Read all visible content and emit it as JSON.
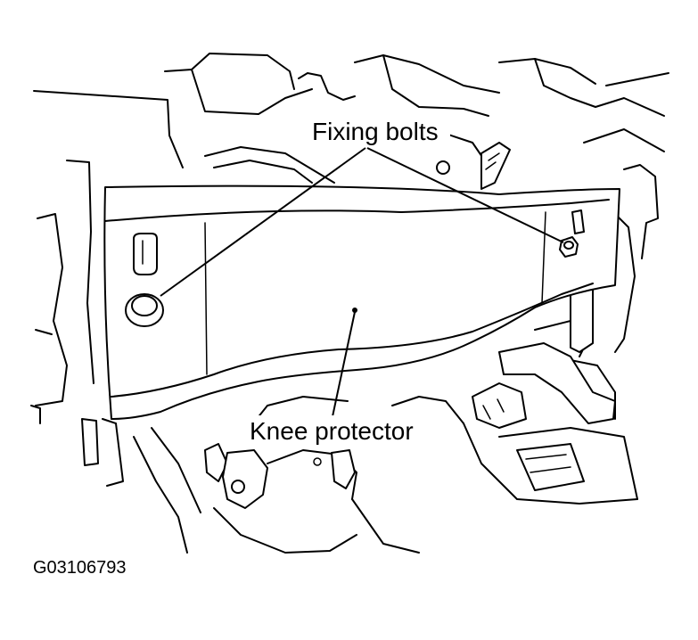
{
  "labels": {
    "fixing_bolts": "Fixing bolts",
    "knee_protector": "Knee protector"
  },
  "figure_id": "G03106793"
}
